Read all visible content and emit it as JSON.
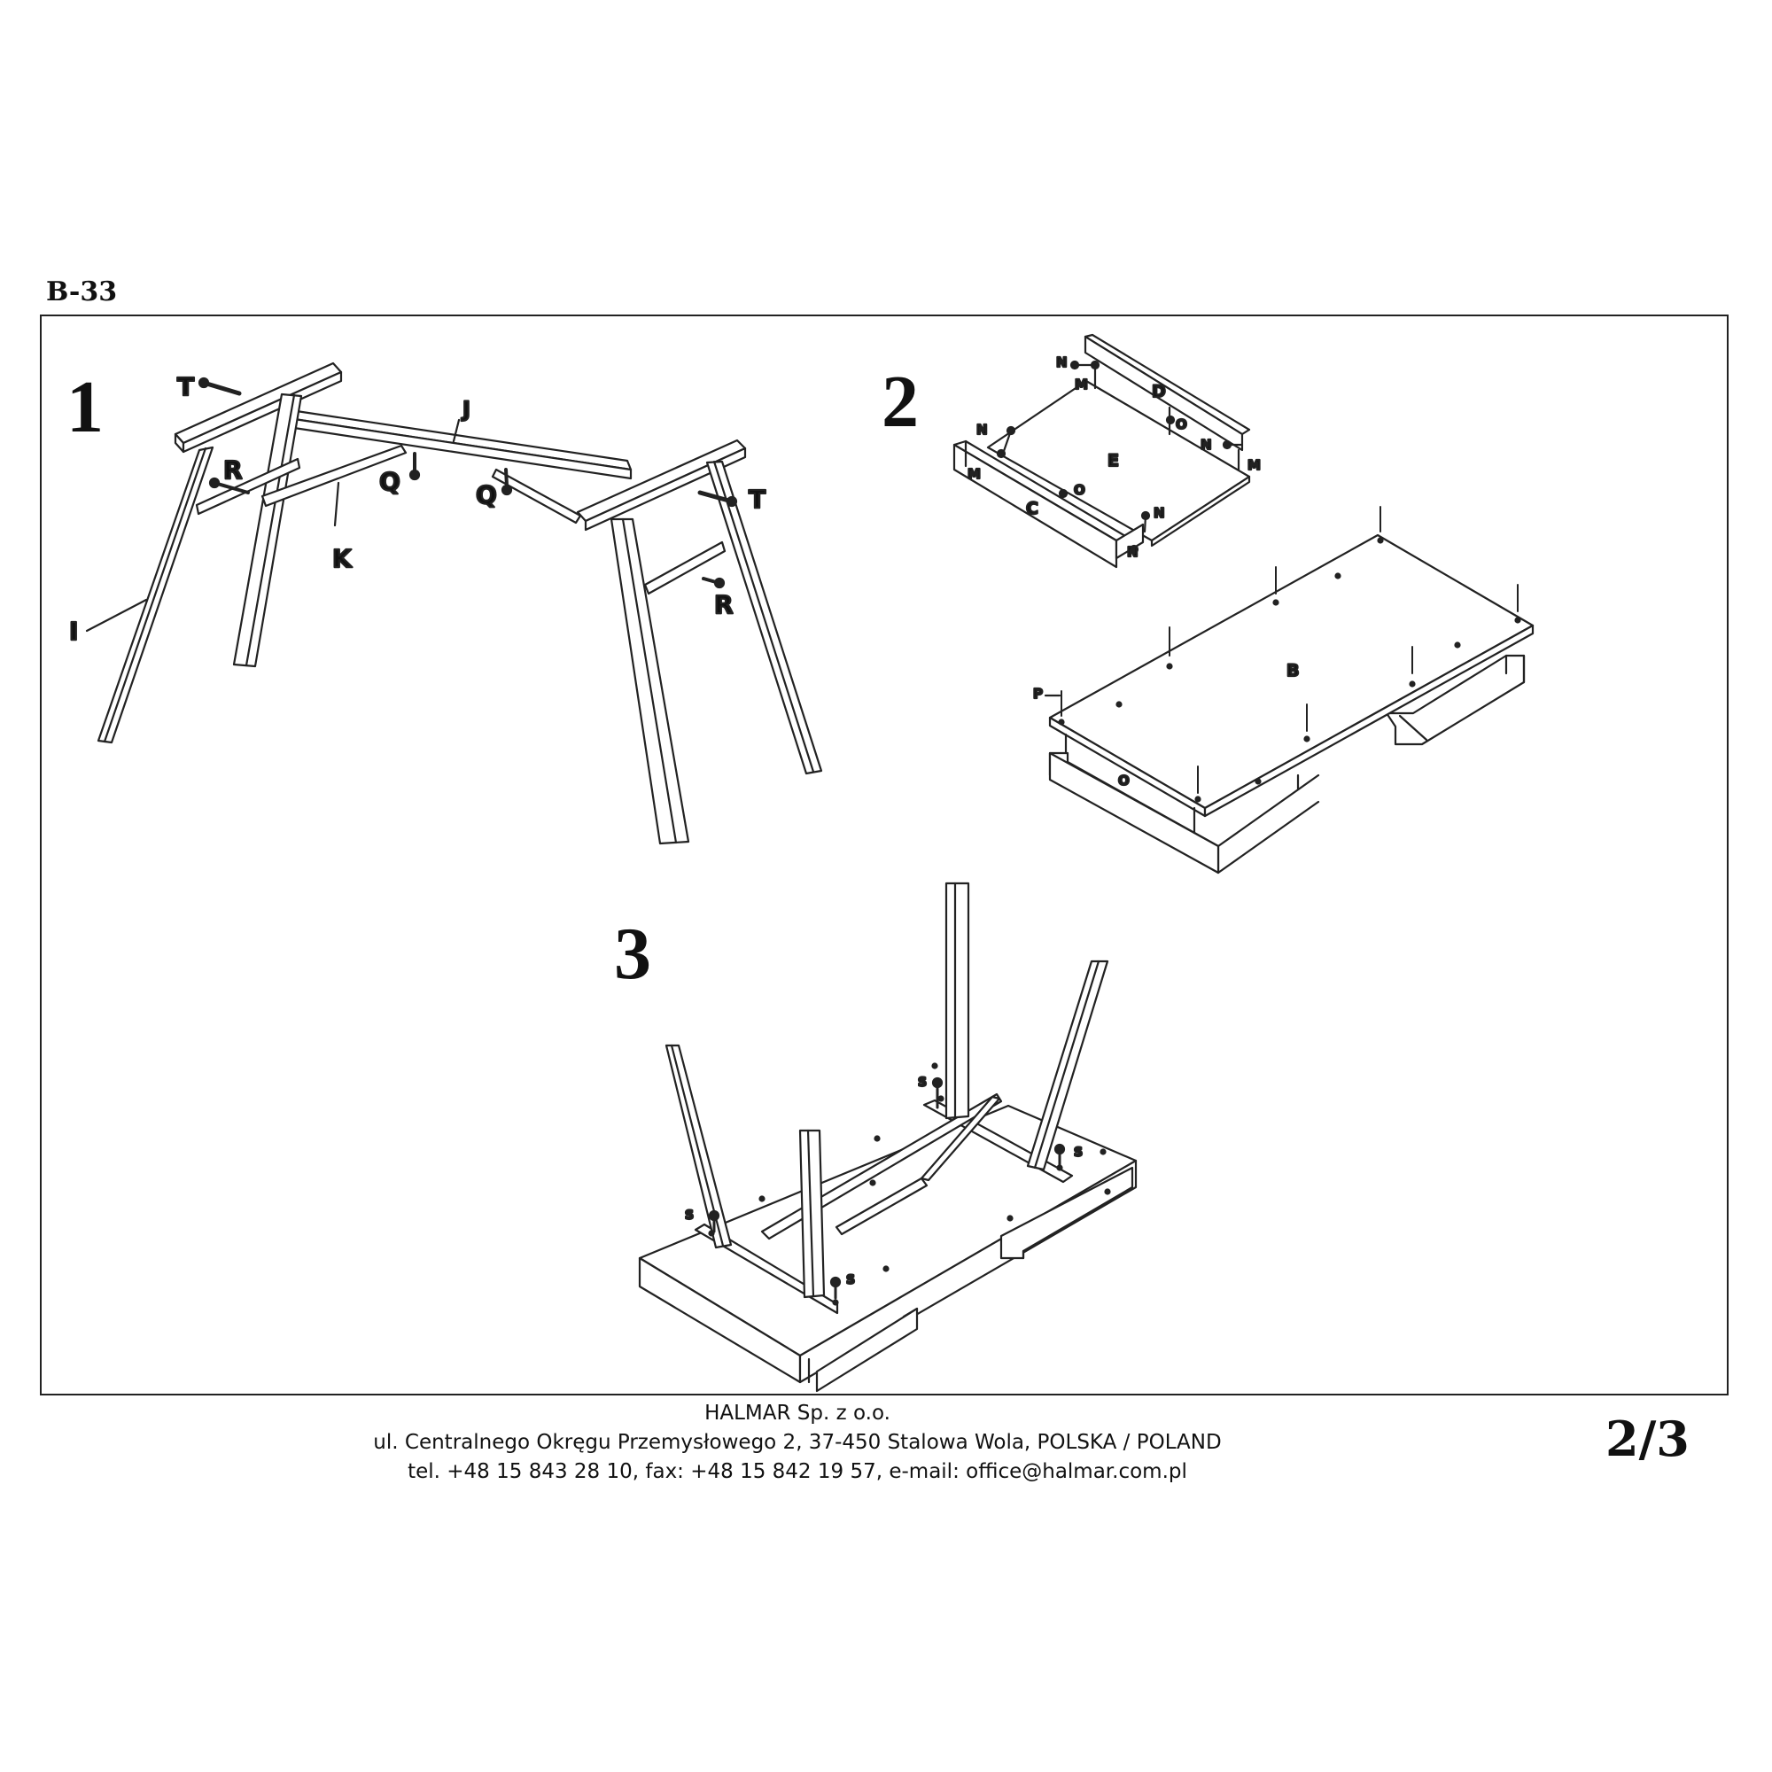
{
  "header": {
    "model_code": "B-33"
  },
  "steps": [
    {
      "number": "1",
      "labels": {
        "T1": "T",
        "T2": "T",
        "J": "J",
        "R1": "R",
        "R2": "R",
        "Q1": "Q",
        "Q2": "Q",
        "K": "K",
        "I": "I"
      }
    },
    {
      "number": "2",
      "labels": {
        "N1": "N",
        "M1": "M",
        "D": "D",
        "N2": "N",
        "O1": "O",
        "N3": "N",
        "E": "E",
        "M2": "M",
        "M3": "M",
        "C": "C",
        "O2": "O",
        "N4": "N",
        "N5": "N",
        "B": "B",
        "P": "P",
        "O3": "O"
      }
    },
    {
      "number": "3",
      "labels": {
        "S1": "S",
        "S2": "S",
        "S3": "S",
        "S4": "S"
      }
    }
  ],
  "footer": {
    "company": "HALMAR Sp. z o.o.",
    "address": "ul. Centralnego Okręgu Przemysłowego 2, 37-450 Stalowa Wola, POLSKA / POLAND",
    "contact": "tel. +48 15 843 28 10, fax: +48 15 842 19 57, e-mail: office@halmar.com.pl"
  },
  "page": {
    "number": "2/3"
  }
}
